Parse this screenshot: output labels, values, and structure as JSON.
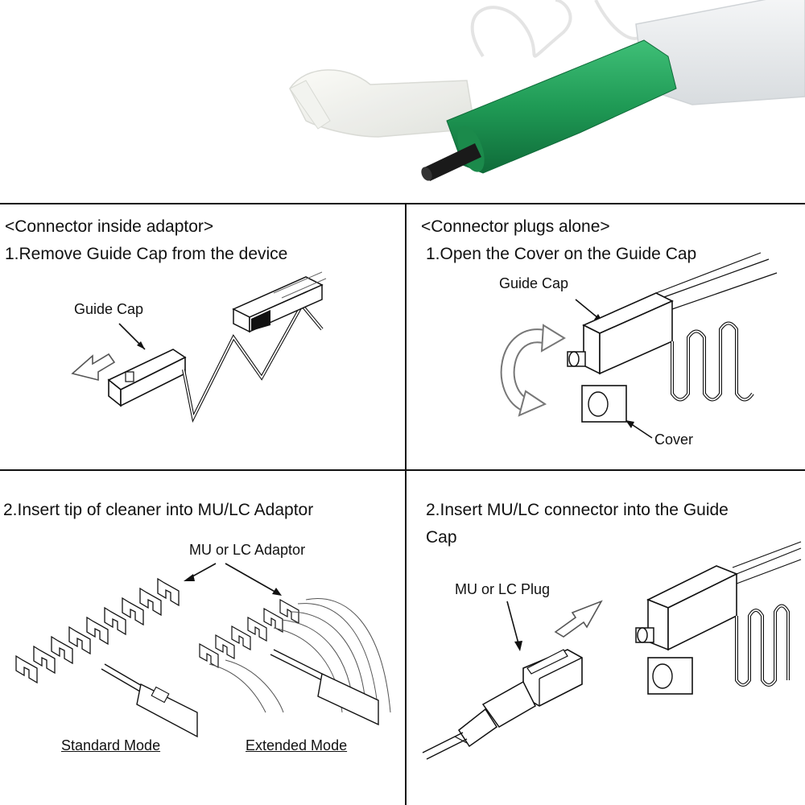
{
  "panels": {
    "top_left": {
      "section": "<Connector inside adaptor>",
      "step": "1.Remove Guide Cap from the device",
      "callout": "Guide Cap"
    },
    "top_right": {
      "section": "<Connector plugs alone>",
      "step": "1.Open the Cover on the Guide Cap",
      "callout_guide": "Guide Cap",
      "callout_cover": "Cover"
    },
    "bottom_left": {
      "step": "2.Insert tip of cleaner into MU/LC Adaptor",
      "callout": "MU or LC Adaptor",
      "mode_standard": "Standard Mode",
      "mode_extended": "Extended Mode"
    },
    "bottom_right": {
      "step_line1": "2.Insert MU/LC connector into the Guide",
      "step_line2": "Cap",
      "callout": "MU or LC Plug"
    }
  },
  "colors": {
    "cleaner_green": "#1f9a55",
    "cap_white": "#e9ecee"
  }
}
